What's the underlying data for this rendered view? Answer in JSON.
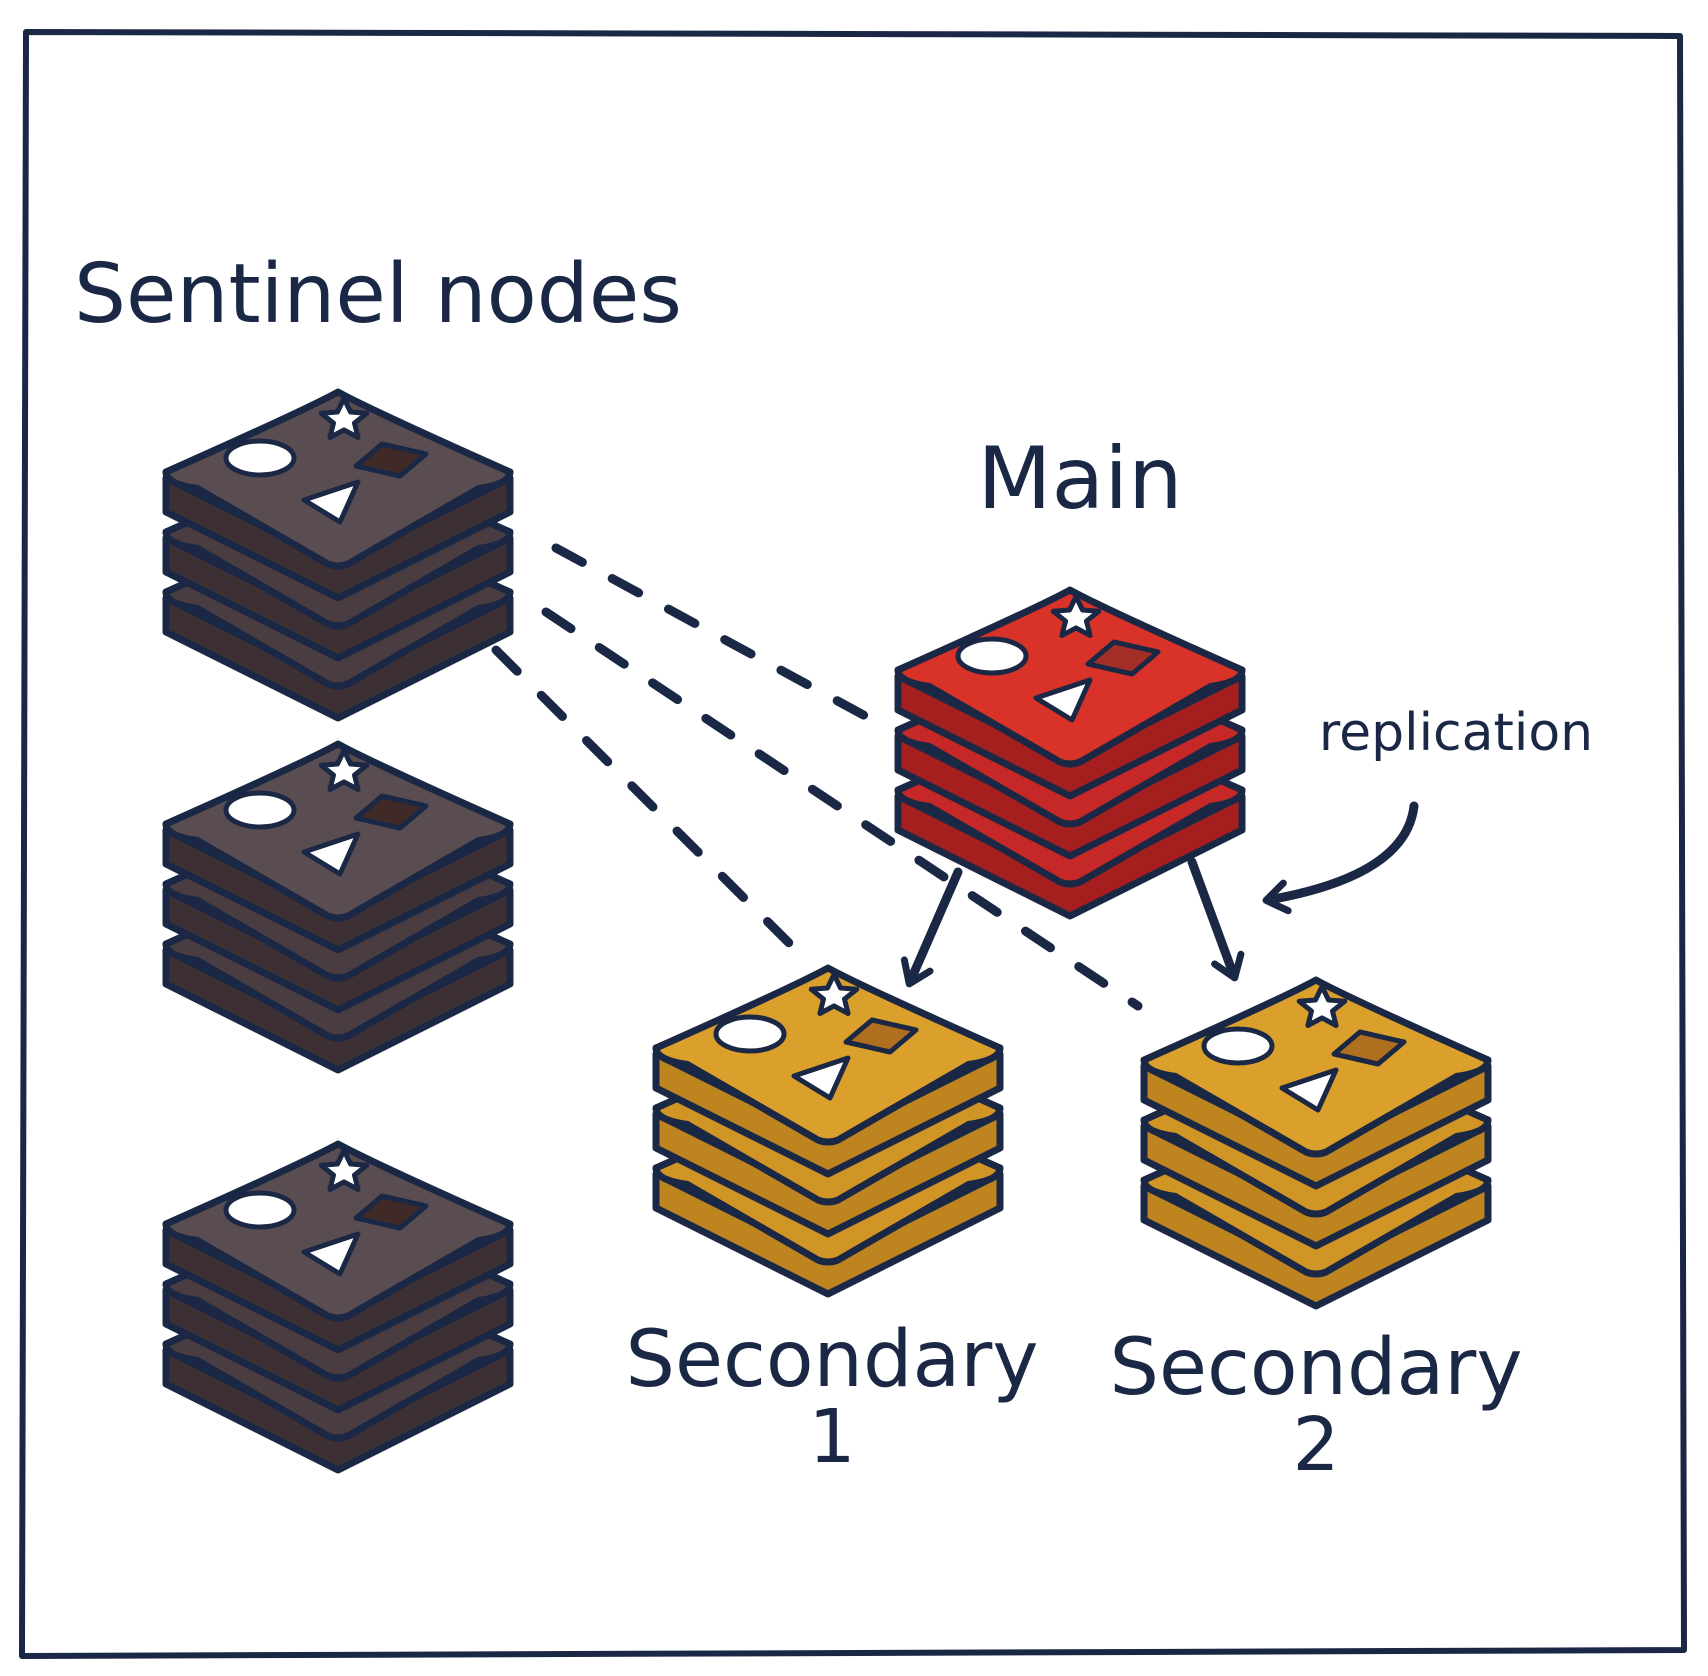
{
  "labels": {
    "sentinel_heading": "Sentinel nodes",
    "main": "Main",
    "replication": "replication",
    "secondary_1_name": "Secondary",
    "secondary_1_number": "1",
    "secondary_2_name": "Secondary",
    "secondary_2_number": "2"
  },
  "colors": {
    "outline": "#1b2845",
    "sentinel": {
      "face": "#5a4d52",
      "layer": "#4a3d42",
      "shadow": "#3c3035",
      "square": "#3f2a28"
    },
    "main": {
      "face": "#d93228",
      "layer": "#c62828",
      "shadow": "#a51f1f",
      "square": "#a42f27"
    },
    "secondary": {
      "face": "#dba02b",
      "layer": "#d19525",
      "shadow": "#bd8420",
      "square": "#b06f1f"
    }
  }
}
